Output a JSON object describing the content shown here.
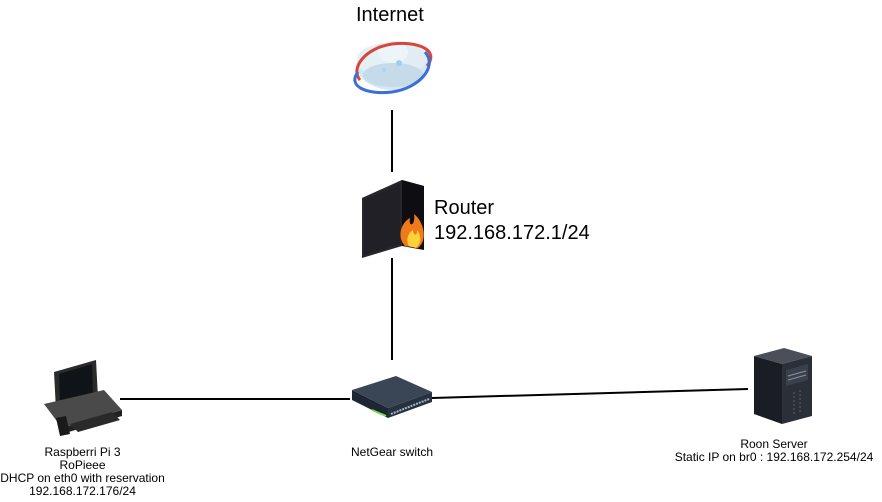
{
  "diagram": {
    "internet": {
      "label": "Internet",
      "icon": "cloud-globe-icon"
    },
    "router": {
      "label": "Router",
      "address": "192.168.172.1/24",
      "icon": "firewall-router-icon"
    },
    "switch": {
      "label": "NetGear switch",
      "icon": "network-switch-icon"
    },
    "raspberry": {
      "lines": [
        "Raspberri Pi 3",
        "RoPieee",
        "DHCP on eth0 with reservation",
        "192.168.172.176/24"
      ],
      "icon": "desktop-computer-icon"
    },
    "roon": {
      "lines": [
        "Roon Server",
        "Static IP on br0 : 192.168.172.254/24"
      ],
      "icon": "server-tower-icon"
    },
    "colors": {
      "line": "#000000",
      "router_body": "#1c1c22",
      "flame": "#f07a1a",
      "switch_body": "#1d2733",
      "server_body": "#1a1d24",
      "cloud": "#cfe3ef",
      "orbit_red": "#d8463a",
      "orbit_blue": "#3a6fd8"
    }
  }
}
